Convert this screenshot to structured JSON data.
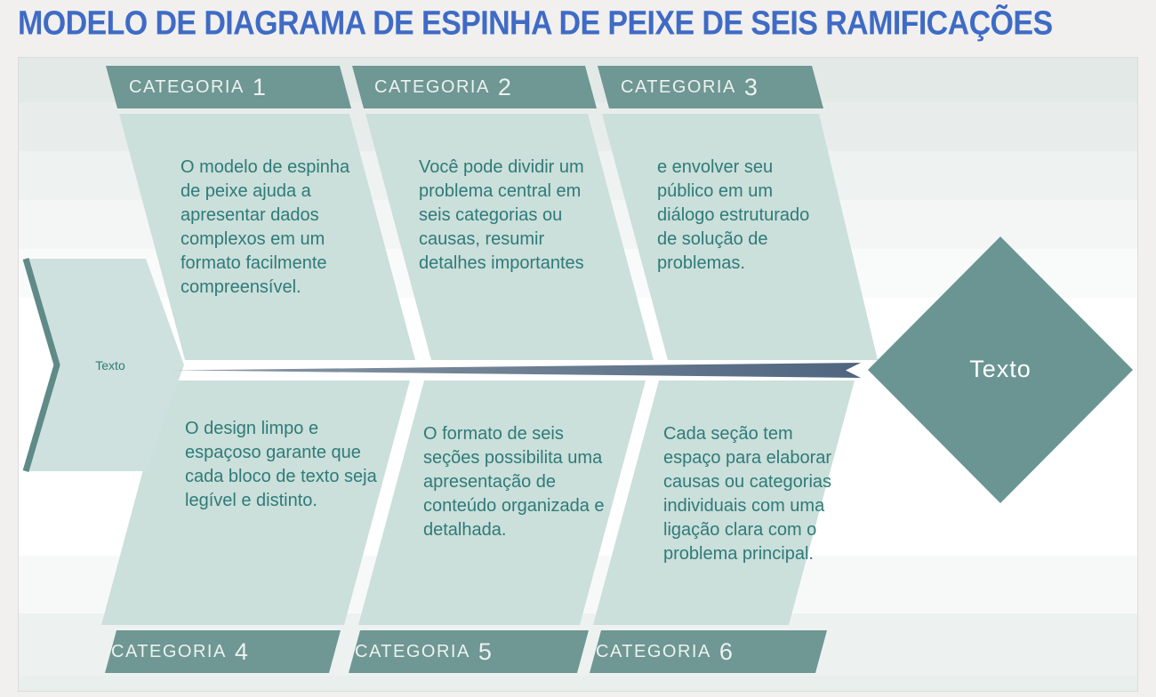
{
  "title": "MODELO DE DIAGRAMA DE ESPINHA DE PEIXE DE SEIS RAMIFICAÇÕES",
  "colors": {
    "title_blue": "#3f6bc5",
    "branch_header_teal": "#6f9794",
    "branch_body_teal": "#cbdfdb",
    "body_text_teal": "#2e7b78",
    "diamond_teal": "#6b9593",
    "chevron_fill": "#cfe1de",
    "chevron_accent": "#5f8a87",
    "spine_left": "#8b99a7",
    "spine_right": "#4f6680",
    "panel_top_band": "#e2e9e7",
    "outer_background": "#f1f0ef"
  },
  "fishbone": {
    "tail_label": "Texto",
    "head_label": "Texto",
    "branches_top": [
      {
        "category": "CATEGORIA",
        "number": "1",
        "text": "O modelo de espinha de peixe ajuda a apresentar dados complexos em um formato facilmente compreensível."
      },
      {
        "category": "CATEGORIA",
        "number": "2",
        "text": "Você pode dividir um problema central em seis categorias ou causas, resumir detalhes importantes"
      },
      {
        "category": "CATEGORIA",
        "number": "3",
        "text": "e envolver seu público em um diálogo estruturado de solução de problemas."
      }
    ],
    "branches_bottom": [
      {
        "category": "CATEGORIA",
        "number": "4",
        "text": "O design limpo e espaçoso garante que cada bloco de texto seja legível e distinto."
      },
      {
        "category": "CATEGORIA",
        "number": "5",
        "text": "O formato de seis seções possibilita uma apresentação de conteúdo organizada e detalhada."
      },
      {
        "category": "CATEGORIA",
        "number": "6",
        "text": "Cada seção tem espaço para elaborar causas ou categorias individuais com uma ligação clara com o problema principal."
      }
    ]
  }
}
